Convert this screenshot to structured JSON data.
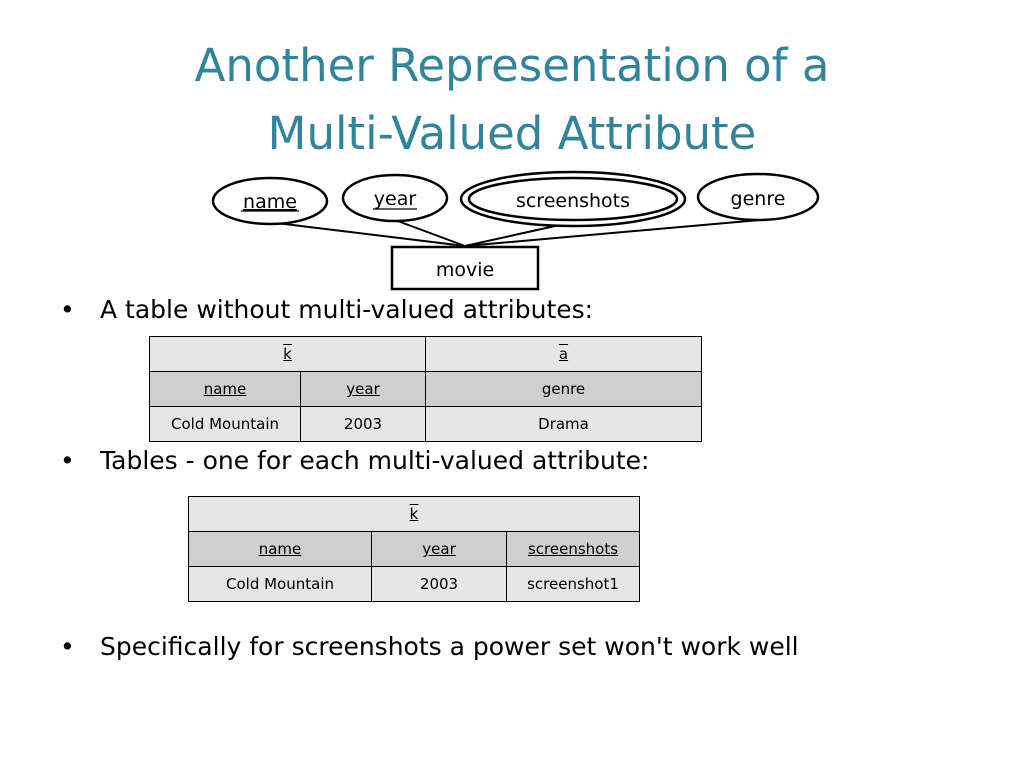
{
  "title": {
    "line1": "Another Representation of a",
    "line2": "Multi-Valued Attribute"
  },
  "diagram": {
    "entity": "movie",
    "attributes": {
      "name": "name",
      "year": "year",
      "screenshots": "screenshots",
      "genre": "genre"
    }
  },
  "bullets": {
    "b1": "A table without multi-valued attributes:",
    "b2": "Tables - one for each multi-valued attribute:",
    "b3": "Specifically for screenshots a power set won't work well"
  },
  "table1": {
    "key_header": "k",
    "attr_header": "a",
    "columns": [
      "name",
      "year",
      "genre"
    ],
    "row": [
      "Cold Mountain",
      "2003",
      "Drama"
    ]
  },
  "table2": {
    "key_header": "k",
    "columns": [
      "name",
      "year",
      "screenshots"
    ],
    "row": [
      "Cold Mountain",
      "2003",
      "screenshot1"
    ]
  }
}
